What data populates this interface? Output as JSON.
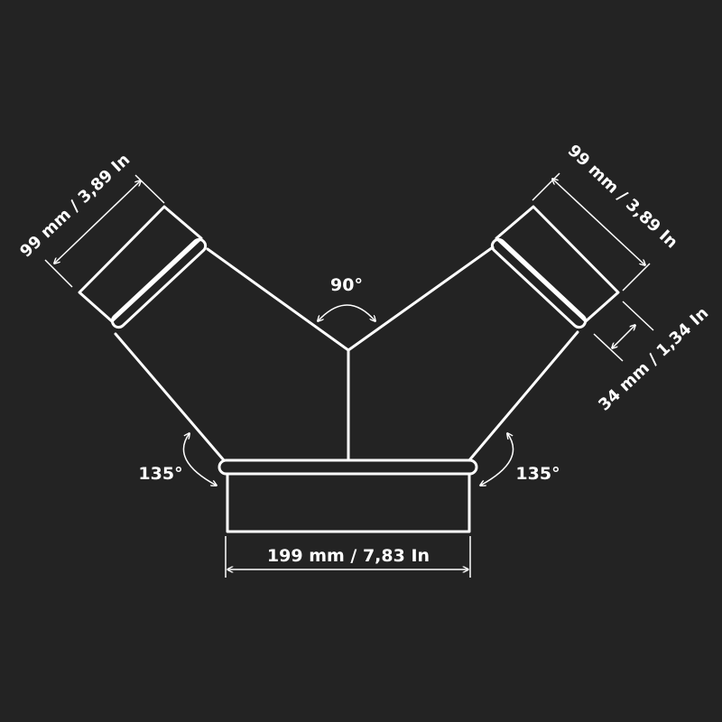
{
  "colors": {
    "background": "#232323",
    "stroke": "#ffffff",
    "text": "#ffffff"
  },
  "labels": {
    "angle_top": "90°",
    "angle_left": "135°",
    "angle_right": "135°",
    "dim_left_diameter": "99 mm / 3,89 In",
    "dim_right_diameter": "99 mm / 3,89 In",
    "dim_collar": "34 mm / 1,34 In",
    "dim_main_diameter": "199 mm / 7,83 In"
  }
}
